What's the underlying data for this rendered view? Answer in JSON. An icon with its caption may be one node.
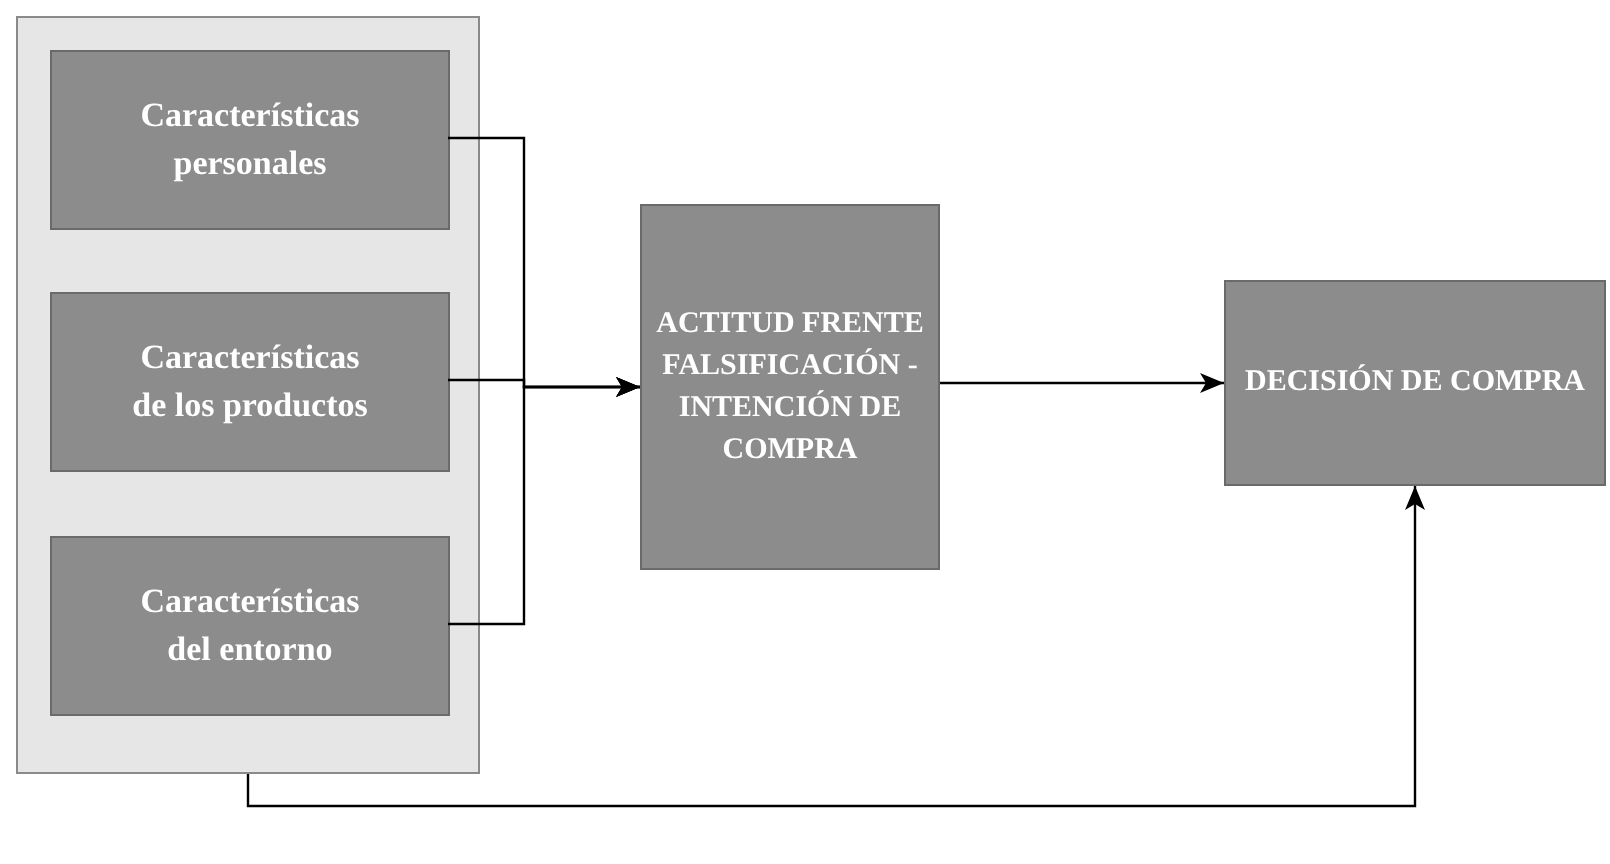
{
  "diagram": {
    "nodes": [
      {
        "text": [],
        "shape": "box"
      },
      {
        "text": [
          "Características personales"
        ],
        "in": 0
      },
      {
        "text": [
          "Características de los productos"
        ],
        "in": 0
      },
      {
        "text": [
          "Características del entorno"
        ],
        "in": 0
      },
      {
        "text": [
          "ACTITUD FRENTE FALSIFICACIÓN - INTENCIÓN DE COMPRA"
        ]
      },
      {
        "text": [
          "DECISIÓN DE COMPRA"
        ]
      }
    ],
    "edges": [
      {
        "from": 1,
        "to": 4,
        "arrow": "to"
      },
      {
        "from": 2,
        "to": 4,
        "arrow": "to"
      },
      {
        "from": 3,
        "to": 4,
        "arrow": "to"
      },
      {
        "from": 4,
        "to": 5,
        "arrow": "to"
      },
      {
        "from": 0,
        "to": 5,
        "arrow": "to"
      }
    ]
  }
}
